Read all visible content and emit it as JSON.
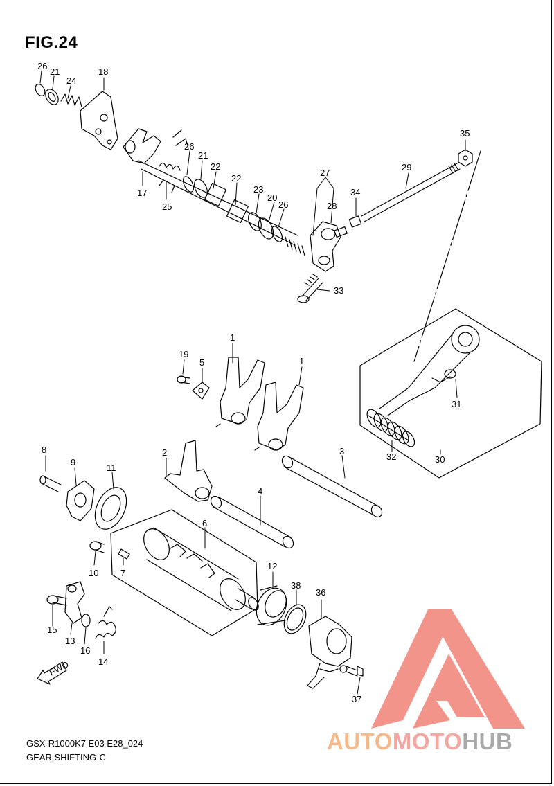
{
  "figure": {
    "title": "FIG.24",
    "model_code": "GSX-R1000K7 E03 E28_024",
    "section_name": "GEAR SHIFTING-C"
  },
  "callouts": {
    "c26a": "26",
    "c21a": "21",
    "c24": "24",
    "c18": "18",
    "c26b": "26",
    "c21b": "21",
    "c22a": "22",
    "c22b": "22",
    "c23": "23",
    "c20": "20",
    "c26c": "26",
    "c17": "17",
    "c25": "25",
    "c27": "27",
    "c28": "28",
    "c34": "34",
    "c29": "29",
    "c35": "35",
    "c33": "33",
    "c1a": "1",
    "c1b": "1",
    "c19": "19",
    "c5": "5",
    "c31": "31",
    "c32": "32",
    "c30": "30",
    "c2": "2",
    "c3": "3",
    "c4": "4",
    "c8": "8",
    "c9": "9",
    "c11": "11",
    "c6": "6",
    "c10": "10",
    "c7": "7",
    "c12": "12",
    "c38": "38",
    "c36": "36",
    "c37": "37",
    "c15": "15",
    "c13": "13",
    "c16": "16",
    "c14": "14"
  },
  "fwd_arrow": {
    "label": "FWD"
  },
  "watermark": {
    "part1": "AUTO",
    "part2": "MOTO",
    "part3": "HUB"
  },
  "colors": {
    "line": "#000000",
    "logo_red": "#f28b82",
    "logo_orange": "#f6b98c",
    "logo_gray": "#a9a9a9"
  }
}
